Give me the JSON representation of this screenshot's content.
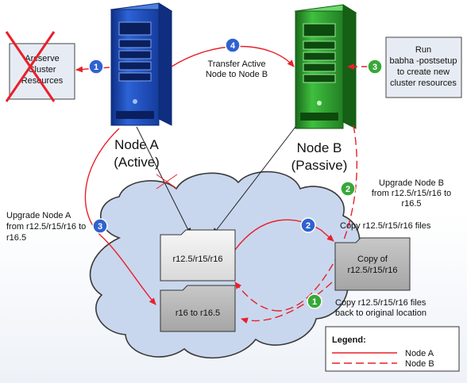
{
  "arcserve_box": {
    "lines": [
      "Arcserve",
      "Cluster",
      "Resources"
    ]
  },
  "run_box": {
    "lines": [
      "Run",
      "babha -postsetup",
      "to create new",
      "cluster resources"
    ]
  },
  "node_a": {
    "name": "Node A",
    "state": "(Active)"
  },
  "node_b": {
    "name": "Node B",
    "state": "(Passive)"
  },
  "steps": [
    {
      "num": "1"
    },
    {
      "num": "4",
      "lines": [
        "Transfer Active",
        "Node to Node B"
      ]
    },
    {
      "num": "3"
    },
    {
      "num": "2",
      "lines": [
        "Upgrade Node B",
        "from r12.5/r15/r16 to",
        "r16.5"
      ]
    },
    {
      "num": "3",
      "lines": [
        "Upgrade Node A",
        "from r12.5/r15/r16 to",
        "r16.5"
      ]
    },
    {
      "num": "2",
      "lines": [
        "Copy r12.5/r15/r16 files"
      ]
    },
    {
      "num": "1",
      "lines": [
        "Copy r12.5/r15/r16 files",
        "back to original location"
      ]
    }
  ],
  "folders": {
    "old_version": "r12.5/r15/r16",
    "new_version": "r16 to r16.5",
    "copy": [
      "Copy of",
      "r12.5/r15/r16"
    ]
  },
  "legend": {
    "title": "Legend:",
    "items": [
      {
        "label": "Node A",
        "style": "solid"
      },
      {
        "label": "Node B",
        "style": "dashed"
      }
    ]
  },
  "colors": {
    "node_a_blue": "#1E4FB8",
    "node_b_green": "#2E9A2E",
    "arrow_red": "#E8202A",
    "badge_blue": "#2F62D0",
    "badge_green": "#38A838",
    "folder_gray": "#BDBDBD",
    "cloud_fill": "#C9D7EE"
  }
}
